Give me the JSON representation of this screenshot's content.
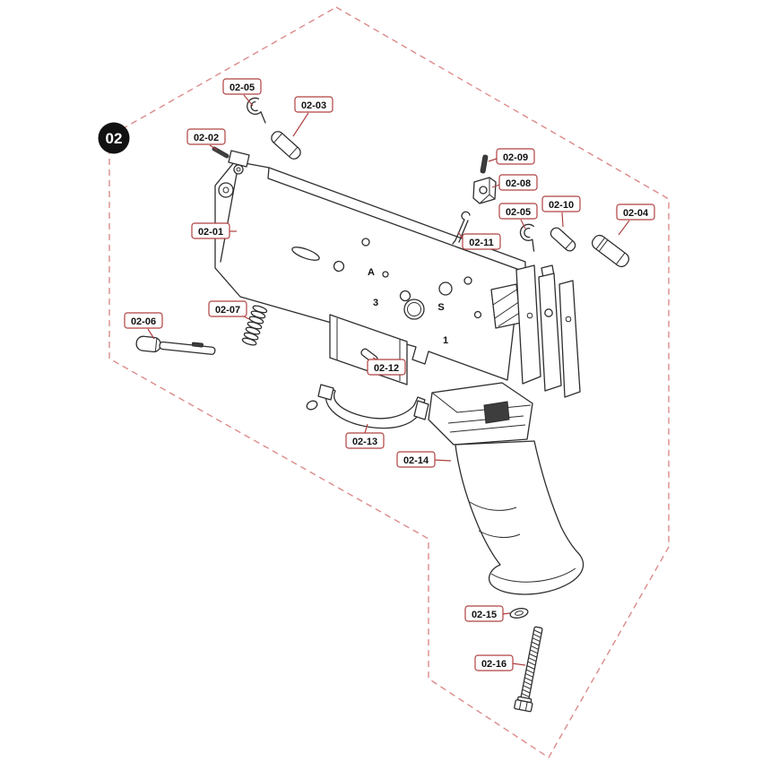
{
  "badge": {
    "text": "02"
  },
  "colors": {
    "border_dash": "#dd8a8a",
    "label_border": "#b04040",
    "leader": "#b04040",
    "line_art": "#2e2e2e",
    "badge_bg": "#111111",
    "badge_text": "#ffffff"
  },
  "marks": [
    "A",
    "3",
    "S",
    "1"
  ],
  "labels": [
    {
      "text": "02-05"
    },
    {
      "text": "02-03"
    },
    {
      "text": "02-02"
    },
    {
      "text": "02-09"
    },
    {
      "text": "02-08"
    },
    {
      "text": "02-05"
    },
    {
      "text": "02-10"
    },
    {
      "text": "02-04"
    },
    {
      "text": "02-11"
    },
    {
      "text": "02-01"
    },
    {
      "text": "02-07"
    },
    {
      "text": "02-06"
    },
    {
      "text": "02-12"
    },
    {
      "text": "02-13"
    },
    {
      "text": "02-14"
    },
    {
      "text": "02-15"
    },
    {
      "text": "02-16"
    }
  ]
}
